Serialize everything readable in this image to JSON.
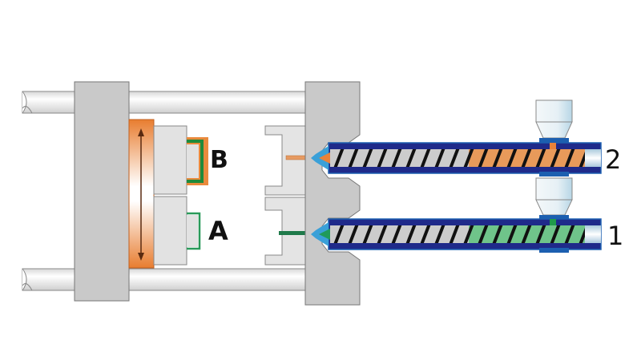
{
  "diagram": {
    "type": "two-shot injection molding machine",
    "labels": {
      "mold_cavity_b": "B",
      "mold_cavity_a": "A",
      "injection_unit_2": "2",
      "injection_unit_1": "1"
    },
    "colors": {
      "frame_gray": "#c8c8c8",
      "rod_light": "#eeeeee",
      "rotary_plate_orange": "#e8823a",
      "material_orange": "#e89a5a",
      "material_green": "#1f8a4a",
      "barrel_navy": "#1f2a8a",
      "barrel_blue": "#1c5fb0",
      "nozzle_cyan": "#3aa0d8",
      "hopper_light_blue": "#dfeef5",
      "screw_gray": "#c9c9c9"
    }
  }
}
